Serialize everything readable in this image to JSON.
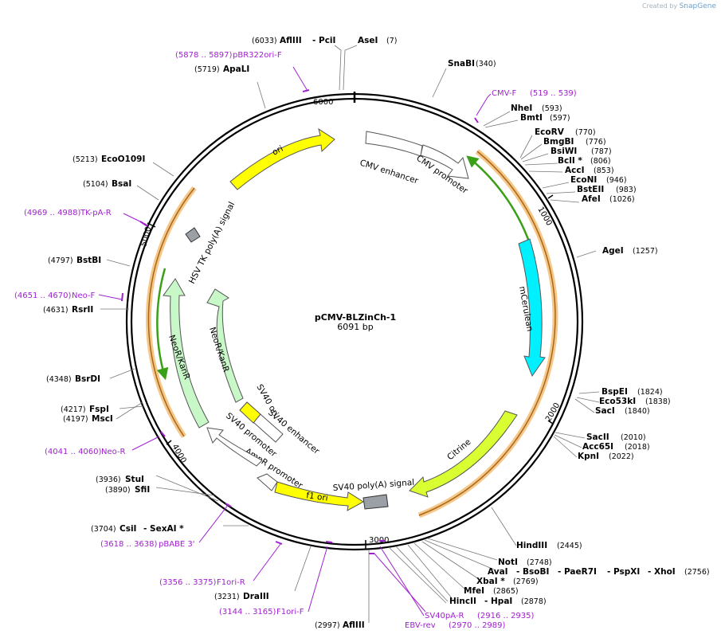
{
  "credit": {
    "prefix": "Created by",
    "brand": "SnapGene"
  },
  "plasmid": {
    "name": "pCMV-BLZinCh-1",
    "size": "6091 bp"
  },
  "ticks": [
    "1000",
    "2000",
    "3000",
    "4000",
    "5000",
    "6000"
  ],
  "enzymes": [
    {
      "pos": "(6033)",
      "name": "AflIII"
    },
    {
      "name": "- PciI"
    },
    {
      "name": "AseI",
      "pos": "(7)"
    },
    {
      "name": "SnaBI",
      "pos": "(340)"
    },
    {
      "name": "NheI",
      "pos": "(593)"
    },
    {
      "name": "BmtI",
      "pos": "(597)"
    },
    {
      "name": "EcoRV",
      "pos": "(770)"
    },
    {
      "name": "BmgBI",
      "pos": "(776)"
    },
    {
      "name": "BsiWI",
      "pos": "(787)"
    },
    {
      "name": "BclI *",
      "pos": "(806)"
    },
    {
      "name": "AccI",
      "pos": "(853)"
    },
    {
      "name": "EcoNI",
      "pos": "(946)"
    },
    {
      "name": "BstEII",
      "pos": "(983)"
    },
    {
      "name": "AfeI",
      "pos": "(1026)"
    },
    {
      "name": "AgeI",
      "pos": "(1257)"
    },
    {
      "name": "BspEI",
      "pos": "(1824)"
    },
    {
      "name": "Eco53kI",
      "pos": "(1838)"
    },
    {
      "name": "SacI",
      "pos": "(1840)"
    },
    {
      "name": "SacII",
      "pos": "(2010)"
    },
    {
      "name": "Acc65I",
      "pos": "(2018)"
    },
    {
      "name": "KpnI",
      "pos": "(2022)"
    },
    {
      "name": "HindIII",
      "pos": "(2445)"
    },
    {
      "name": "NotI",
      "pos": "(2748)"
    },
    {
      "name": "AvaI"
    },
    {
      "name": "- BsoBI"
    },
    {
      "name": "- PaeR7I"
    },
    {
      "name": "- PspXI"
    },
    {
      "name": "- XhoI",
      "pos": "(2756)"
    },
    {
      "name": "XbaI *",
      "pos": "(2769)"
    },
    {
      "name": "MfeI",
      "pos": "(2865)"
    },
    {
      "name": "HincII"
    },
    {
      "name": "- HpaI",
      "pos": "(2878)"
    },
    {
      "pos": "(2997)",
      "name": "AflIII"
    },
    {
      "pos": "(3231)",
      "name": "DraIII"
    },
    {
      "pos": "(3704)",
      "name": "CsiI"
    },
    {
      "name": "- SexAI *"
    },
    {
      "pos": "(3936)",
      "name": "StuI"
    },
    {
      "pos": "(3890)",
      "name": "SfiI"
    },
    {
      "pos": "(4217)",
      "name": "FspI"
    },
    {
      "pos": "(4197)",
      "name": "MscI"
    },
    {
      "pos": "(4348)",
      "name": "BsrDI"
    },
    {
      "pos": "(4631)",
      "name": "RsrII"
    },
    {
      "pos": "(4797)",
      "name": "BstBI"
    },
    {
      "pos": "(5104)",
      "name": "BsaI"
    },
    {
      "pos": "(5213)",
      "name": "EcoO109I"
    },
    {
      "pos": "(5719)",
      "name": "ApaLI"
    }
  ],
  "primers": [
    {
      "name": "pBR322ori-F",
      "range": "(5878 .. 5897)"
    },
    {
      "name": "CMV-F",
      "range": "(519 .. 539)"
    },
    {
      "name": "TK-pA-R",
      "range": "(4969 .. 4988)"
    },
    {
      "name": "Neo-F",
      "range": "(4651 .. 4670)"
    },
    {
      "name": "Neo-R",
      "range": "(4041 .. 4060)"
    },
    {
      "name": "pBABE 3'",
      "range": "(3618 .. 3638)"
    },
    {
      "name": "F1ori-R",
      "range": "(3356 .. 3375)"
    },
    {
      "name": "F1ori-F",
      "range": "(3144 .. 3165)"
    },
    {
      "name": "EBV-rev",
      "range": "(2970 .. 2989)"
    },
    {
      "name": "SV40pA-R",
      "range": "(2916 .. 2935)"
    }
  ],
  "features": [
    "ori",
    "CMV enhancer",
    "CMV promoter",
    "mCerulean",
    "Citrine",
    "SV40 poly(A) signal",
    "f1 ori",
    "AmpR promoter",
    "SV40 promoter",
    "SV40 enhancer",
    "SV40 ori",
    "NeoR/KanR",
    "NeoR/KanR",
    "HSV TK poly(A) signal"
  ],
  "colors": {
    "backbone": "#000000",
    "primer": "#a020d0",
    "ori": "#ffff00",
    "mcerulean": "#00f0ff",
    "citrine": "#d9ff33",
    "neo": "#c8f7c8",
    "polyA": "#9aa0a6",
    "orange": "#f0a030",
    "green": "#3aa018"
  }
}
